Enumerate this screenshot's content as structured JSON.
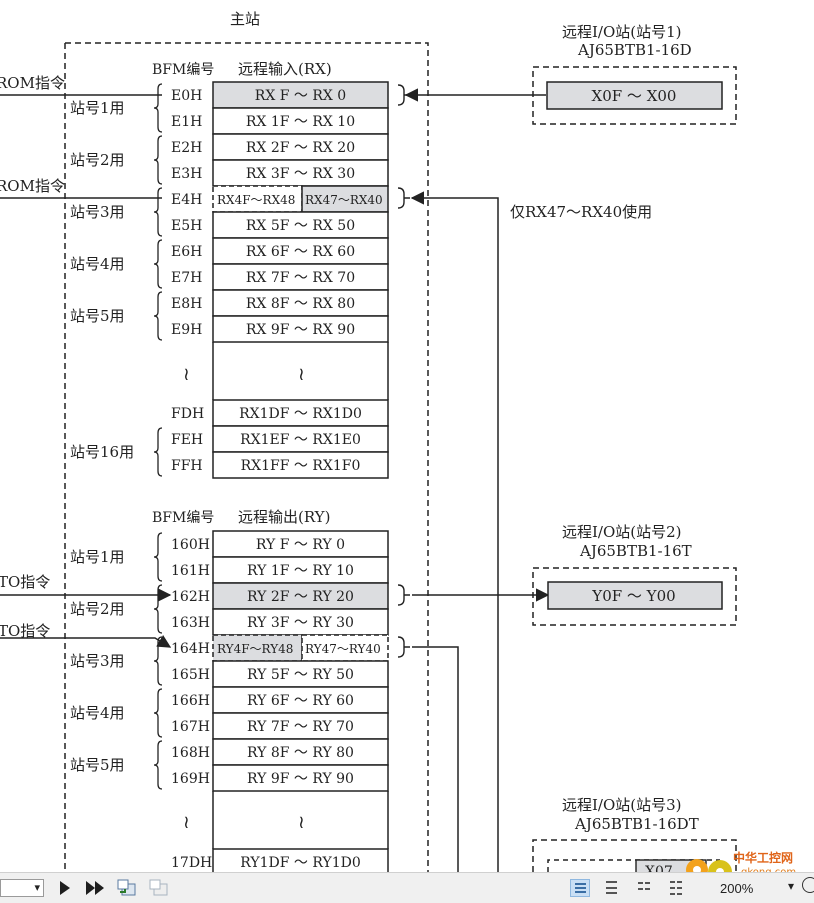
{
  "master": {
    "title": "主站",
    "input_header": {
      "bfm": "BFM编号",
      "col": "远程输入(RX)"
    },
    "output_header": {
      "bfm": "BFM编号",
      "col": "远程输出(RY)"
    },
    "input_rows": [
      {
        "addr": "E0H",
        "text": "RX  F ～ RX  0",
        "shaded": true
      },
      {
        "addr": "E1H",
        "text": "RX 1F ～ RX 10",
        "shaded": false
      },
      {
        "addr": "E2H",
        "text": "RX 2F ～ RX 20",
        "shaded": false
      },
      {
        "addr": "E3H",
        "text": "RX 3F ～ RX 30",
        "shaded": false
      },
      {
        "addr": "E4H",
        "left": "RX4F～RX48",
        "right": "RX47～RX40",
        "split": true
      },
      {
        "addr": "E5H",
        "text": "RX 5F ～ RX 50",
        "shaded": false
      },
      {
        "addr": "E6H",
        "text": "RX 6F ～ RX 60",
        "shaded": false
      },
      {
        "addr": "E7H",
        "text": "RX 7F ～ RX 70",
        "shaded": false
      },
      {
        "addr": "E8H",
        "text": "RX 8F ～ RX 80",
        "shaded": false
      },
      {
        "addr": "E9H",
        "text": "RX 9F ～ RX 90",
        "shaded": false
      },
      {
        "addr": "FDH",
        "text": "RX1DF ～ RX1D0",
        "shaded": false
      },
      {
        "addr": "FEH",
        "text": "RX1EF ～ RX1E0",
        "shaded": false
      },
      {
        "addr": "FFH",
        "text": "RX1FF ～ RX1F0",
        "shaded": false
      }
    ],
    "output_rows": [
      {
        "addr": "160H",
        "text": "RY  F ～ RY  0",
        "shaded": false
      },
      {
        "addr": "161H",
        "text": "RY 1F ～ RY 10",
        "shaded": false
      },
      {
        "addr": "162H",
        "text": "RY 2F ～ RY 20",
        "shaded": true
      },
      {
        "addr": "163H",
        "text": "RY 3F ～ RY 30",
        "shaded": false
      },
      {
        "addr": "164H",
        "left": "RY4F～RY48",
        "right": "RY47～RY40",
        "split": true
      },
      {
        "addr": "165H",
        "text": "RY 5F ～ RY 50",
        "shaded": false
      },
      {
        "addr": "166H",
        "text": "RY 6F ～ RY 60",
        "shaded": false
      },
      {
        "addr": "167H",
        "text": "RY 7F ～ RY 70",
        "shaded": false
      },
      {
        "addr": "168H",
        "text": "RY 8F ～ RY 80",
        "shaded": false
      },
      {
        "addr": "169H",
        "text": "RY 9F ～ RY 90",
        "shaded": false
      },
      {
        "addr": "17DH",
        "text": "RY1DF ～ RY1D0",
        "shaded": false
      }
    ],
    "input_groups": [
      "站号1用",
      "站号2用",
      "站号3用",
      "站号4用",
      "站号5用",
      "站号16用"
    ],
    "output_groups": [
      "站号1用",
      "站号2用",
      "站号3用",
      "站号4用",
      "站号5用"
    ],
    "tilde": "≀",
    "wavy": "≀"
  },
  "instructions": {
    "from1": "ROM指令",
    "from2": "ROM指令",
    "to1": "TO指令",
    "to2": "TO指令"
  },
  "note": "仅RX47～RX40使用",
  "stations": [
    {
      "title": "远程I/O站(站号1)",
      "model": "AJ65BTB1-16D",
      "range": "X0F ～ X00"
    },
    {
      "title": "远程I/O站(站号2)",
      "model": "AJ65BTB1-16T",
      "range": "Y0F ～ Y00"
    },
    {
      "title": "远程I/O站(站号3)",
      "model": "AJ65BTB1-16DT",
      "range": "X07"
    }
  ],
  "toolbar": {
    "zoom": "200%",
    "first_icon": "play-icon",
    "last_icon": "fast-forward-icon"
  },
  "watermark": {
    "line1": "中华工控网",
    "line2": "gkong.com"
  },
  "colors": {
    "shade": "#dcdde0",
    "line": "#222222"
  }
}
